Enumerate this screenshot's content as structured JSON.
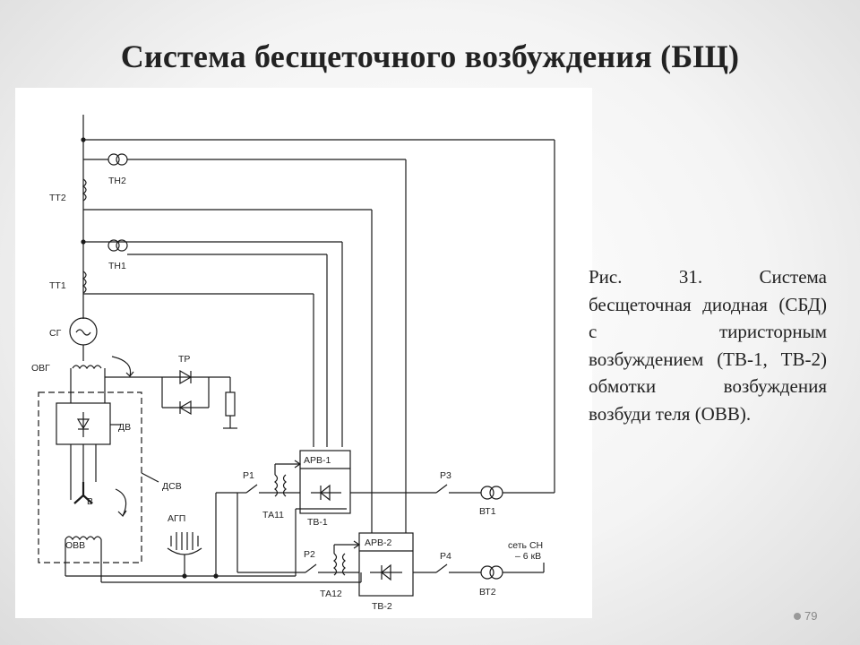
{
  "title": "Система бесщеточного возбуждения (БЩ)",
  "caption": "Рис. 31. Система бесщеточная диодная (СБД) с тиристорным возбуждением (ТВ-1, ТВ-2) обмотки возбуждения возбуди теля (ОВВ).",
  "page_number": "79",
  "diagram": {
    "labels": {
      "tn2": "ТН2",
      "tt2": "ТТ2",
      "tn1": "ТН1",
      "tt1": "ТТ1",
      "sg": "СГ",
      "ovg": "ОВГ",
      "tr": "ТР",
      "dv": "ДВ",
      "v": "В",
      "dsv": "ДСВ",
      "ovv": "ОВВ",
      "agp": "АГП",
      "r1": "Р1",
      "ta11": "ТА11",
      "arv1": "АРВ-1",
      "tv1": "ТВ-1",
      "r3": "Р3",
      "vt1": "ВТ1",
      "r2": "Р2",
      "ta12": "ТА12",
      "arv2": "АРВ-2",
      "tv2": "ТВ-2",
      "r4": "Р4",
      "vt2": "ВТ2",
      "set_sn_1": "сеть СН",
      "set_sn_2": "– 6 кВ"
    }
  }
}
